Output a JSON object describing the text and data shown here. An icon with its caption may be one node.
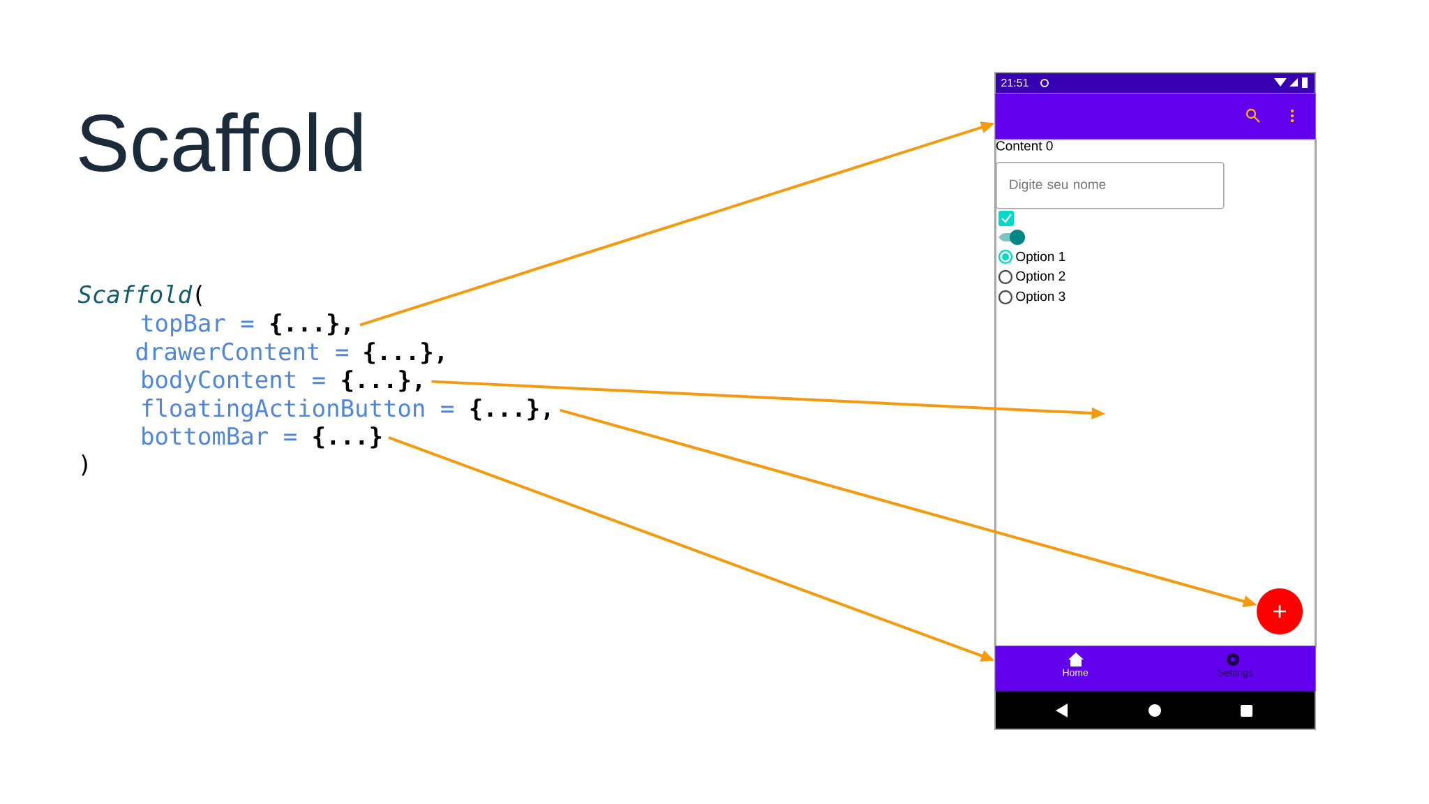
{
  "diagram": {
    "title": "Scaffold",
    "nodes": [
      {
        "text": [
          "topBar =",
          "{...},"
        ]
      },
      {
        "text": [
          "bodyContent =",
          "{...},"
        ]
      },
      {
        "text": [
          "floatingActionButton =",
          "{...},"
        ]
      },
      {
        "text": [
          "bottomBar =",
          "{...}"
        ]
      },
      {
        "text": [],
        "shape": "bar"
      },
      {
        "text": [
          "Content 0"
        ]
      },
      {
        "text": [],
        "shape": "circle",
        "in": 5
      },
      {
        "text": [
          "Home",
          "Settings"
        ]
      }
    ],
    "edges": [
      {
        "from": 0,
        "to": 4,
        "arrow": "to"
      },
      {
        "from": 1,
        "to": 5,
        "arrow": "to"
      },
      {
        "from": 2,
        "to": 6,
        "arrow": "to"
      },
      {
        "from": 3,
        "to": 7,
        "arrow": "to"
      }
    ],
    "labels": [
      "Scaffold",
      "(",
      "drawerContent =",
      "{...},",
      ")",
      "21:51",
      "Digite seu nome",
      "Option 1",
      "Option 2",
      "Option 3"
    ]
  }
}
